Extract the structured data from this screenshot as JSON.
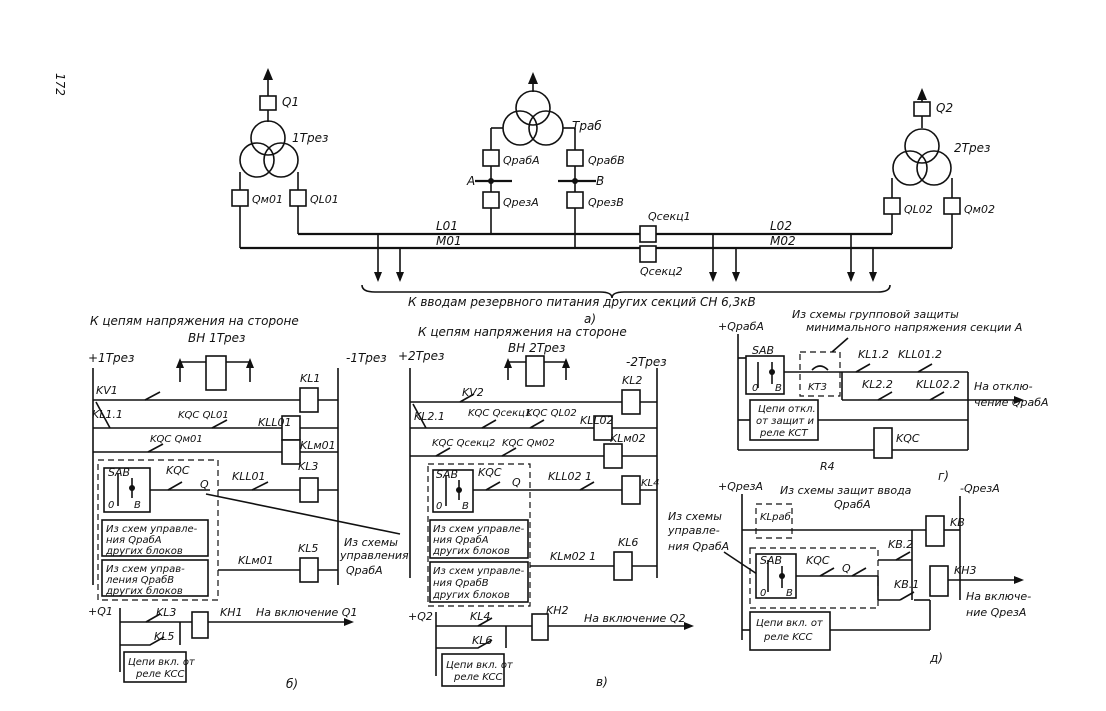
{
  "page_number": "172",
  "part_a": {
    "labels": {
      "q1": "Q1",
      "q2": "Q2",
      "t1": "1Tрез",
      "t2": "2Tрез",
      "tw": "Tраб",
      "qm01": "Qм01",
      "ql01": "QL01",
      "ql02": "QL02",
      "qm02": "Qм02",
      "qwa": "QрабA",
      "qwb": "QрабB",
      "qra": "QрезA",
      "qrb": "QрезB",
      "a": "A",
      "b": "B",
      "sec1": "Qсекц1",
      "sec2": "Qсекц2",
      "l01": "L01",
      "m01": "M01",
      "l02": "L02",
      "m02": "M02"
    },
    "caption": "К вводам резервного питания других секций СН 6,3кВ",
    "letter": "а)"
  },
  "part_b": {
    "header_1": "К цепям напряжения на стороне",
    "header_2": "ВН 1Tрез",
    "plus": "+1Tрез",
    "minus": "-1Tрез",
    "kv": "KV1",
    "kl11": "KL1.1",
    "kl1": "KL1",
    "kqc_l": "KQC QL01",
    "kl_l": "KLL01",
    "kqc_m": "KQC Qм01",
    "kl_m": "KLм01",
    "sab": "SAB",
    "kqc": "KQC",
    "q": "Q",
    "kl_l1": "KLL01",
    "kl3": "KL3",
    "sab_0": "0",
    "sab_b": "В",
    "from1": "Из схем управле-",
    "from1b": "ния QрабA",
    "from1c": "других блоков",
    "from2": "Из схем управ-",
    "from2b": "ления QрабB",
    "from2c": "других блоков",
    "kl_m1": "KLм01",
    "kl5": "KL5",
    "q1": "+Q1",
    "kl3b": "KL3",
    "kl5b": "KL5",
    "kh1": "KH1",
    "on": "На включение Q1",
    "kcc_1": "Цепи вкл. от",
    "kcc_2": "реле KCC",
    "letter": "б)"
  },
  "middle_note": [
    "Из схемы",
    "управления",
    "QрабA"
  ],
  "part_c": {
    "header_1": "К цепям напряжения на стороне",
    "header_2": "ВН 2Tрез",
    "plus": "+2Tрез",
    "minus": "-2Tрез",
    "kv": "KV2",
    "kl21": "KL2.1",
    "kl2": "KL2",
    "kqc_s1": "KQC Qсекц1",
    "kqc_l": "KQC QL02",
    "kl_l": "KLL02",
    "kqc_s2": "KQC Qсекц2",
    "kqc_m": "KQC Qм02",
    "kl_m": "KLм02",
    "sab": "SAB",
    "kqc": "KQC",
    "q": "Q",
    "kl_l1": "KLL02 1",
    "kl4": "KL4",
    "sab_0": "0",
    "sab_b": "В",
    "from1": "Из схем управле-",
    "from1b": "ния QрабA",
    "from1c": "других блоков",
    "from2": "Из схем управле-",
    "from2b": "ния QрабB",
    "from2c": "других блоков",
    "kl_m1": "KLм02 1",
    "kl6": "KL6",
    "q2": "+Q2",
    "kl4b": "KL4",
    "kl6b": "KL6",
    "kh2": "KH2",
    "on": "На включение Q2",
    "kcc_1": "Цепи вкл. от",
    "kcc_2": "реле KCC",
    "letter": "в)"
  },
  "part_g": {
    "plus": "+QрабA",
    "note_1": "Из схемы групповой защиты",
    "note_2": "минимального напряжения секции A",
    "sab": "SAB",
    "sab_0": "0",
    "sab_b": "В",
    "kt3": "KT3",
    "kl12": "KL1.2",
    "kll01_2": "KLL01.2",
    "kl22": "KL2.2",
    "kll02_2": "KLL02.2",
    "off_1": "На отклю-",
    "off_2": "чение QрабA",
    "prot_1": "Цепи откл.",
    "prot_2": "от защит и",
    "prot_3": "реле KCT",
    "kqc": "KQC",
    "r4": "R4",
    "letter": "г)"
  },
  "part_d": {
    "plus": "+QрезA",
    "minus": "-QрезA",
    "note_1": "Из схемы защит ввода",
    "note_2": "QрабA",
    "kl_w": "KLраб",
    "kb": "KB",
    "from_1": "Из схемы",
    "from_2": "управле-",
    "from_3": "ния QрабA",
    "sab": "SAB",
    "sab_0": "0",
    "sab_b": "В",
    "kqc": "KQC",
    "q": "Q",
    "kb2": "KB.2",
    "kb1": "KB.1",
    "kh3": "KH3",
    "on_1": "На включе-",
    "on_2": "ние QрезA",
    "kcc_1": "Цепи вкл. от",
    "kcc_2": "реле KCC",
    "letter": "д)"
  }
}
